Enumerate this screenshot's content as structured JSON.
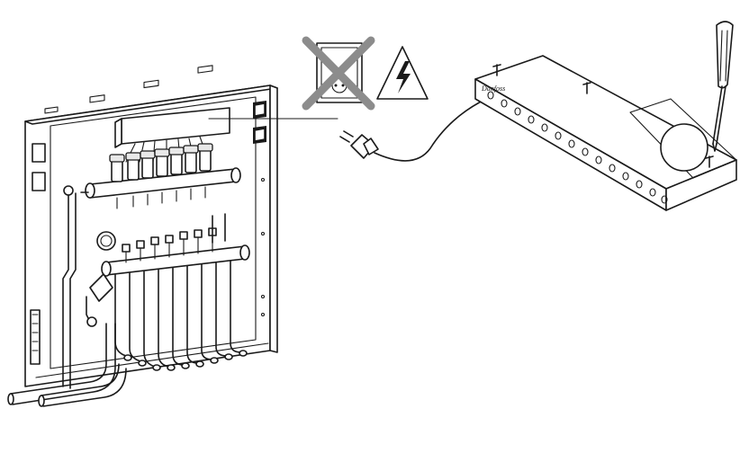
{
  "figure": {
    "illustration": "installation-diagram",
    "components": [
      "manifold-cabinet",
      "controller-box",
      "power-plug",
      "screwdriver"
    ],
    "warnings": [
      "crossed-out-socket-icon",
      "electric-hazard-icon"
    ],
    "brand_text": "Danfoss",
    "colors": {
      "line": "#1a1a1a",
      "background": "#ffffff",
      "cross": "#8c8c8c",
      "shade": "#e8e8e8"
    }
  }
}
